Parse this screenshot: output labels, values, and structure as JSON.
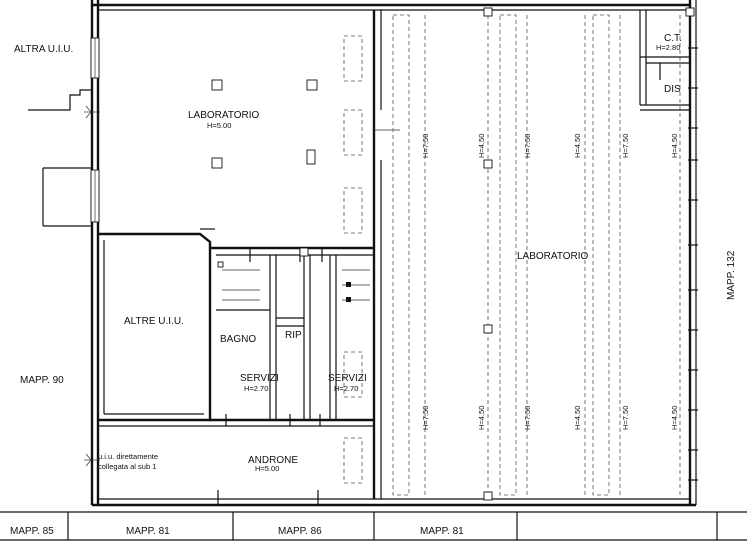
{
  "labels": {
    "altra_uiu": "ALTRA U.I.U.",
    "laboratorio_left": "LABORATORIO",
    "h_500_left": "H=5.00",
    "altre_uiu": "ALTRE U.I.U.",
    "bagno": "BAGNO",
    "rip": "RIP",
    "servizi_1": "SERVIZI",
    "h_270_1": "H=2.70",
    "servizi_2": "SERVIZI",
    "h_270_2": "H=2.70",
    "androne": "ANDRONE",
    "h_500_androne": "H=5.00",
    "uiu_note_line1": "u.i.u. direttamente",
    "uiu_note_line2": "collegata al sub 1",
    "laboratorio_right": "LABORATORIO",
    "ct": "C.T.",
    "h_280": "H=2.80",
    "dis": "DIS",
    "mapp_90": "MAPP. 90",
    "mapp_132": "MAPP. 132",
    "mapp_85": "MAPP. 85",
    "mapp_81_a": "MAPP. 81",
    "mapp_86": "MAPP. 86",
    "mapp_81_b": "MAPP. 81"
  },
  "heights": {
    "h750": "H=7.50",
    "h450": "H=4.50"
  }
}
